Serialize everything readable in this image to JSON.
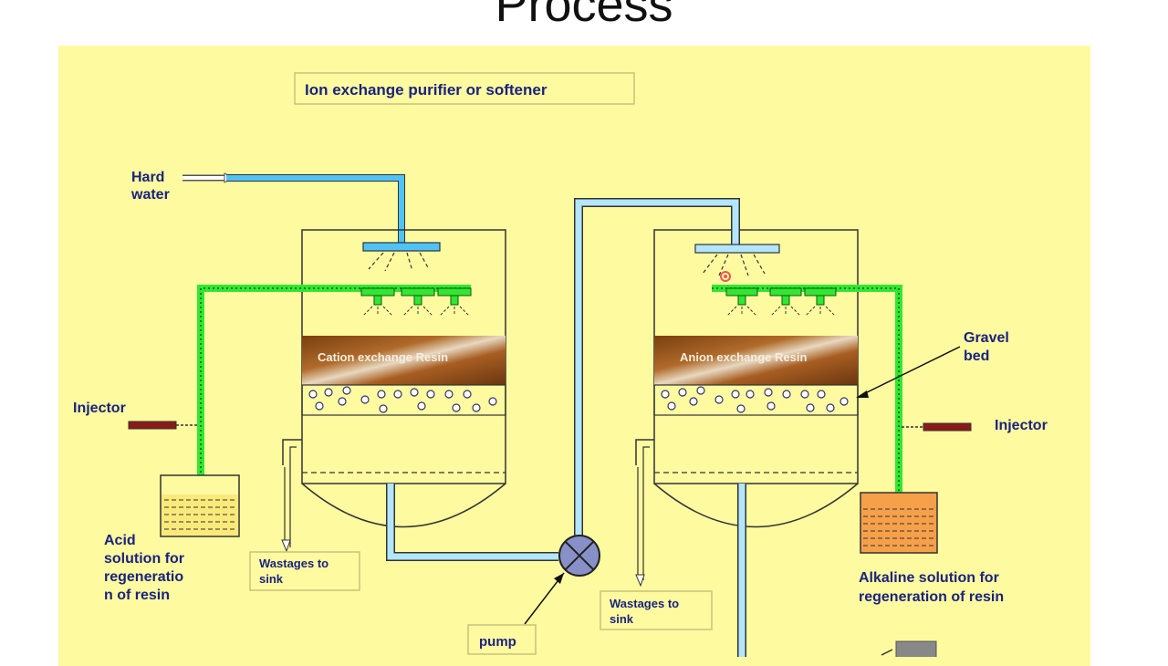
{
  "slide": {
    "title": "Process"
  },
  "diagram": {
    "title": "Ion exchange purifier or softener",
    "labels": {
      "hard_water_1": "Hard",
      "hard_water_2": "water",
      "injector_left": "Injector",
      "injector_right": "Injector",
      "gravel_1": "Gravel",
      "gravel_2": "bed",
      "cation_resin": "Cation exchange Resin",
      "anion_resin": "Anion exchange Resin",
      "acid_1": "Acid",
      "acid_2": "solution for",
      "acid_3": "regeneratio",
      "acid_4": "n of resin",
      "alkaline_1": "Alkaline solution for",
      "alkaline_2": "regeneration of resin",
      "waste_left_1": "Wastages to",
      "waste_left_2": "sink",
      "waste_right_1": "Wastages to",
      "waste_right_2": "sink",
      "pump": "pump"
    },
    "colors": {
      "background": "#fdfaa0",
      "water_pipe": "#4fc3f7",
      "pipe_light": "#b3e5fc",
      "regen_pipe": "#33e633",
      "resin": "#9a5a20",
      "acid": "#fbe97a",
      "alkaline": "#f7a04a",
      "injector": "#8b1a1a",
      "label_text": "#1a237e"
    }
  }
}
